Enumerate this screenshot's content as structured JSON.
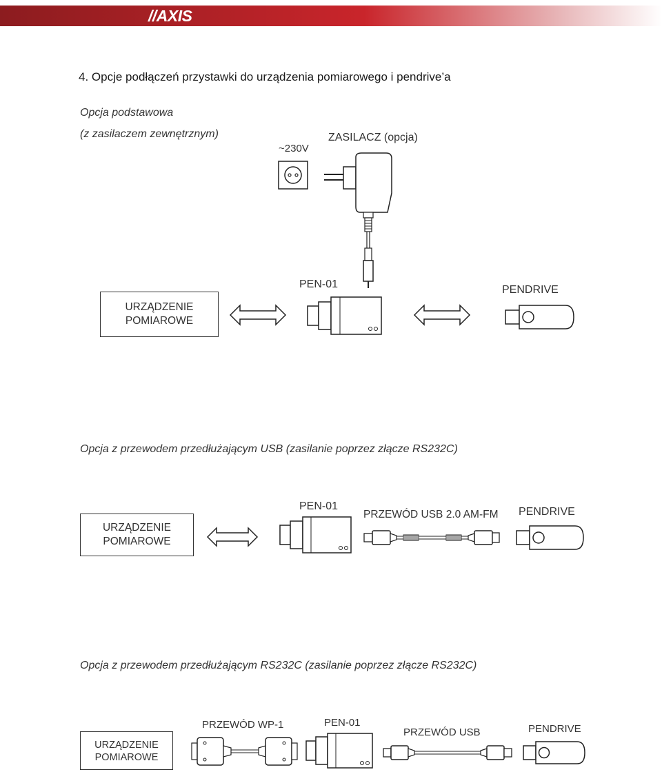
{
  "header": {
    "brand": "//AXIS"
  },
  "section": {
    "title": "4.  Opcje podłączeń przystawki do urządzenia pomiarowego i pendrive’a"
  },
  "option1": {
    "heading": "Opcja podstawowa",
    "subheading": "(z zasilaczem zewnętrznym)",
    "voltage_label": "~230V",
    "power_supply_label": "ZASILACZ (opcja)",
    "device_line1": "URZĄDZENIE",
    "device_line2": "POMIAROWE",
    "adapter_label": "PEN-01",
    "pendrive_label": "PENDRIVE"
  },
  "option2": {
    "heading": "Opcja z przewodem przedłużającym USB (zasilanie poprzez złącze RS232C)",
    "device_line1": "URZĄDZENIE",
    "device_line2": "POMIAROWE",
    "adapter_label": "PEN-01",
    "cable_label": "PRZEWÓD USB 2.0 AM-FM",
    "pendrive_label": "PENDRIVE"
  },
  "option3": {
    "heading": "Opcja z przewodem przedłużającym RS232C (zasilanie poprzez złącze RS232C)",
    "device_line1": "URZĄDZENIE",
    "device_line2": "POMIAROWE",
    "cable_wp_label": "PRZEWÓD WP-1",
    "adapter_label": "PEN-01",
    "usb_cable_label": "PRZEWÓD USB",
    "pendrive_label": "PENDRIVE"
  }
}
